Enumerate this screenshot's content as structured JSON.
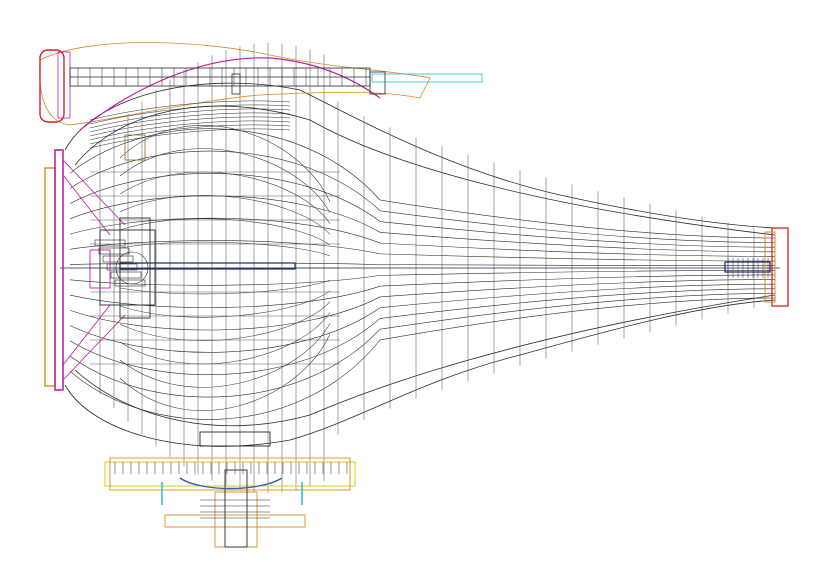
{
  "drawing": {
    "view": "wireframe",
    "colors": {
      "background": "#ffffff",
      "linework": "#2a2a2a",
      "grid": "#4a4a4a",
      "accent_magenta": "#c21fa6",
      "accent_orange": "#d98a2b",
      "accent_red": "#d2232a",
      "accent_cyan": "#31b7d0",
      "accent_yellow": "#e6d23a",
      "accent_blue": "#2f5fc4"
    },
    "parts": [
      {
        "id": "main-hull",
        "icon": "hull-icon"
      },
      {
        "id": "top-arm-assembly",
        "icon": "arm-icon"
      },
      {
        "id": "left-flange-assembly",
        "icon": "flange-icon"
      },
      {
        "id": "bottom-mount-assembly",
        "icon": "mount-icon"
      },
      {
        "id": "nose-cap",
        "icon": "cap-icon"
      }
    ]
  }
}
